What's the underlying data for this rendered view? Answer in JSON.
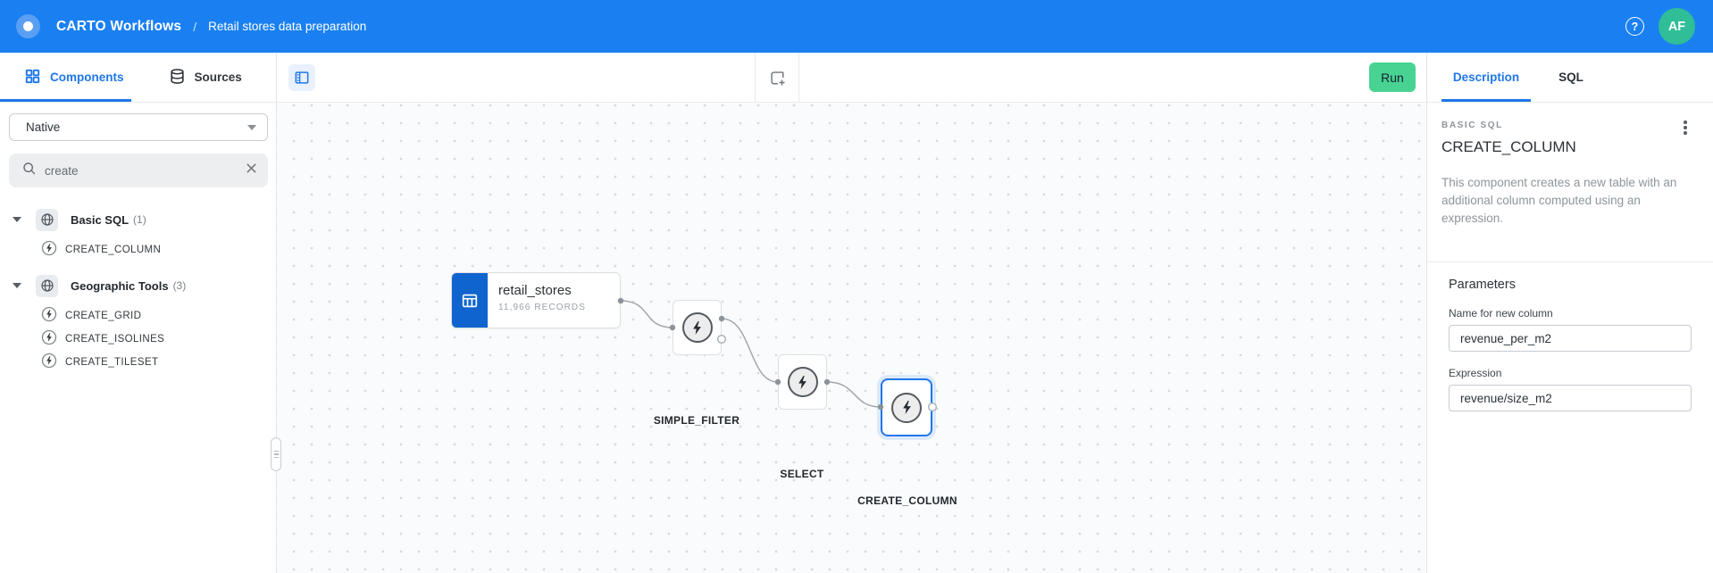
{
  "header": {
    "app_title": "CARTO Workflows",
    "separator": "/",
    "workflow_title": "Retail stores data preparation",
    "help_glyph": "?",
    "avatar_initials": "AF"
  },
  "sidebar": {
    "tabs": [
      {
        "label": "Components",
        "active": true
      },
      {
        "label": "Sources",
        "active": false
      }
    ],
    "provider_select": {
      "value": "Native"
    },
    "search": {
      "value": "create"
    },
    "groups": [
      {
        "label": "Basic SQL",
        "count": "(1)",
        "items": [
          "CREATE_COLUMN"
        ]
      },
      {
        "label": "Geographic Tools",
        "count": "(3)",
        "items": [
          "CREATE_GRID",
          "CREATE_ISOLINES",
          "CREATE_TILESET"
        ]
      }
    ]
  },
  "toolbar": {
    "run_label": "Run"
  },
  "canvas": {
    "source_node": {
      "title": "retail_stores",
      "subtitle": "11,966 RECORDS"
    },
    "nodes": [
      {
        "label": "SIMPLE_FILTER",
        "selected": false
      },
      {
        "label": "SELECT",
        "selected": false
      },
      {
        "label": "CREATE_COLUMN",
        "selected": true
      }
    ]
  },
  "panel": {
    "tabs": [
      {
        "label": "Description",
        "active": true
      },
      {
        "label": "SQL",
        "active": false
      }
    ],
    "category": "BASIC SQL",
    "title": "CREATE_COLUMN",
    "description": "This component creates a new table with an additional column computed using an expression.",
    "parameters_title": "Parameters",
    "fields": [
      {
        "label": "Name for new column",
        "value": "revenue_per_m2"
      },
      {
        "label": "Expression",
        "value": "revenue/size_m2"
      }
    ]
  },
  "colors": {
    "header_blue": "#1a80f2",
    "accent_blue": "#1f77eb",
    "run_green": "#48d393",
    "avatar_teal": "#2fbe97",
    "source_node_blue": "#1064ce"
  }
}
